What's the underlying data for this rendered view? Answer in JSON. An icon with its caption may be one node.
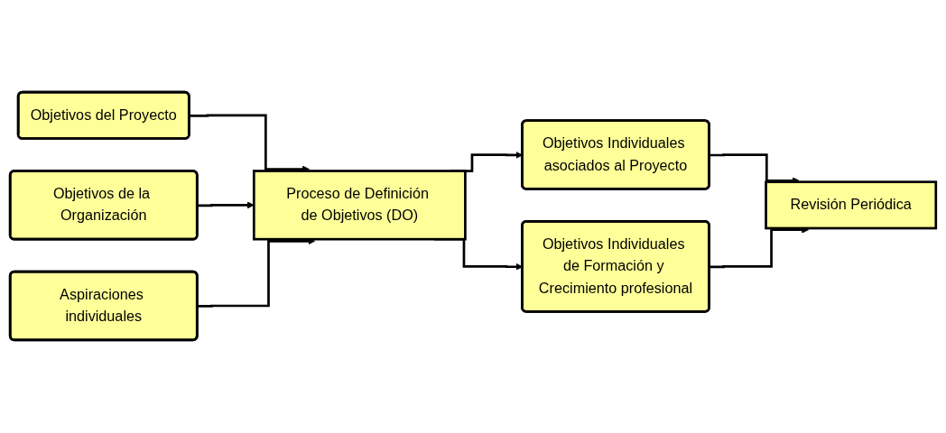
{
  "diagram": {
    "nodes": [
      {
        "text": [
          "Objetivos del Proyecto"
        ]
      },
      {
        "text": [
          "Objetivos de la Organización"
        ]
      },
      {
        "text": [
          "Aspiraciones individuales"
        ]
      },
      {
        "text": [
          "Proceso de Definición de Objetivos (DO)"
        ]
      },
      {
        "text": [
          "Objetivos Individuales asociados al Proyecto"
        ]
      },
      {
        "text": [
          "Objetivos Individuales de Formación y Crecimiento profesional"
        ]
      },
      {
        "text": [
          "Revisión Periódica"
        ]
      }
    ],
    "edges": [
      {
        "from": 0,
        "to": 3,
        "arrow": "to"
      },
      {
        "from": 1,
        "to": 3,
        "arrow": "to"
      },
      {
        "from": 2,
        "to": 3,
        "arrow": "to"
      },
      {
        "from": 3,
        "to": 4,
        "arrow": "to"
      },
      {
        "from": 3,
        "to": 5,
        "arrow": "to"
      },
      {
        "from": 4,
        "to": 6,
        "arrow": "to"
      },
      {
        "from": 5,
        "to": 6,
        "arrow": "to"
      }
    ]
  }
}
